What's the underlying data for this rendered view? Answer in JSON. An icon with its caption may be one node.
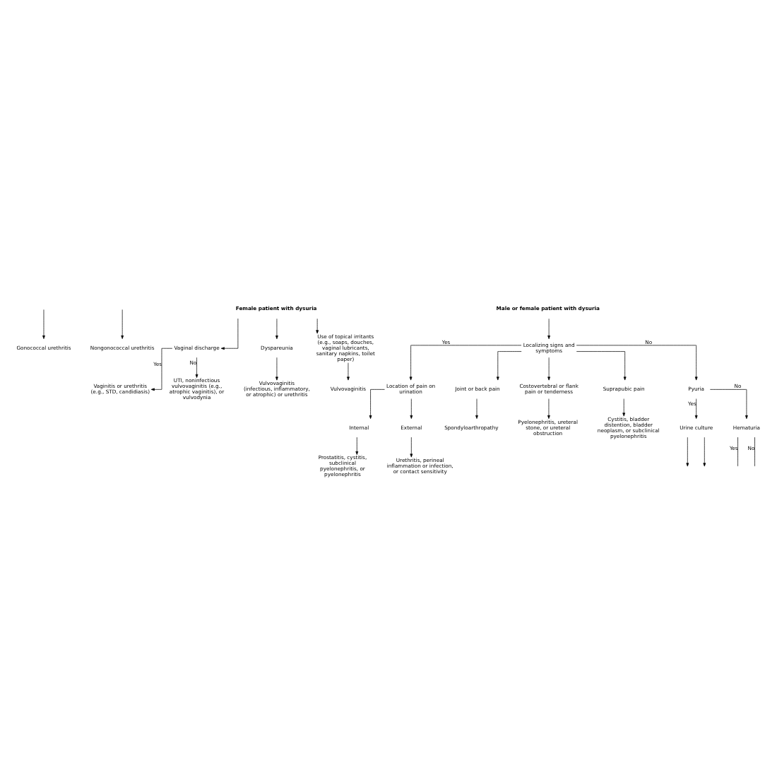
{
  "diagram": {
    "nodes": [
      {
        "text": [
          "Gonococcal urethritis"
        ]
      },
      {
        "text": [
          "Nongonococcal urethritis"
        ]
      },
      {
        "text": [
          "Female patient with dysuria"
        ]
      },
      {
        "text": [
          "Vaginal discharge"
        ]
      },
      {
        "text": [
          "Dyspareunia"
        ]
      },
      {
        "text": [
          "Use of topical irritants (e.g., soaps, douches, vaginal lubricants, sanitary napkins, toilet paper)"
        ]
      },
      {
        "text": [
          "Vaginitis or urethritis (e.g., STD, candidiasis)"
        ]
      },
      {
        "text": [
          "UTI, noninfectious vulvovaginitis (e.g., atrophic vaginitis), or vulvodynia"
        ]
      },
      {
        "text": [
          "Vulvovaginitis (infectious, inflammatory, or atrophic) or urethritis"
        ]
      },
      {
        "text": [
          "Vulvovaginitis"
        ]
      },
      {
        "text": [
          "Male or female patient with dysuria"
        ]
      },
      {
        "text": [
          "Localizing signs and symptoms"
        ]
      },
      {
        "text": [
          "Location of pain on urination"
        ]
      },
      {
        "text": [
          "Joint or back pain"
        ]
      },
      {
        "text": [
          "Costovertebral or flank pain or tenderness"
        ]
      },
      {
        "text": [
          "Suprapubic pain"
        ]
      },
      {
        "text": [
          "Pyuria"
        ]
      },
      {
        "text": [
          "Spondyloarthropathy"
        ]
      },
      {
        "text": [
          "Pyelonephritis, ureteral stone, or ureteral obstruction"
        ]
      },
      {
        "text": [
          "Cystitis, bladder distention, bladder neoplasm, or subclinical pyelonephritis"
        ]
      },
      {
        "text": [
          "Internal"
        ]
      },
      {
        "text": [
          "External"
        ]
      },
      {
        "text": [
          "Prostatitis, cystitis, subclinical pyelonephritis, or pyelonephritis"
        ]
      },
      {
        "text": [
          "Urethritis, perineal inflammation or infection, or contact sensitivity"
        ]
      },
      {
        "text": [
          "Urine culture"
        ]
      },
      {
        "text": [
          "Hematuria"
        ]
      }
    ],
    "edges": [
      {
        "from": null,
        "to": 0,
        "arrow": "to"
      },
      {
        "from": null,
        "to": 1,
        "arrow": "to"
      },
      {
        "from": 2,
        "to": 3,
        "arrow": "to"
      },
      {
        "from": 2,
        "to": 4,
        "arrow": "to"
      },
      {
        "from": 2,
        "to": 5,
        "arrow": "to"
      },
      {
        "from": 3,
        "to": 6,
        "arrow": "to",
        "label": "Yes"
      },
      {
        "from": 3,
        "to": 7,
        "arrow": "to",
        "label": "No"
      },
      {
        "from": 4,
        "to": 8,
        "arrow": "to"
      },
      {
        "from": 5,
        "to": 9,
        "arrow": "to"
      },
      {
        "from": 10,
        "to": 11,
        "arrow": "to"
      },
      {
        "from": 11,
        "to": 12,
        "arrow": "to",
        "label": "Yes"
      },
      {
        "from": 11,
        "to": 13,
        "arrow": "to"
      },
      {
        "from": 11,
        "to": 14,
        "arrow": "to"
      },
      {
        "from": 11,
        "to": 15,
        "arrow": "to"
      },
      {
        "from": 11,
        "to": 16,
        "arrow": "to",
        "label": "No"
      },
      {
        "from": 13,
        "to": 17,
        "arrow": "to"
      },
      {
        "from": 14,
        "to": 18,
        "arrow": "to"
      },
      {
        "from": 15,
        "to": 19,
        "arrow": "to"
      },
      {
        "from": 12,
        "to": 20,
        "arrow": "to"
      },
      {
        "from": 12,
        "to": 21,
        "arrow": "to"
      },
      {
        "from": 20,
        "to": 22,
        "arrow": "to"
      },
      {
        "from": 21,
        "to": 23,
        "arrow": "to"
      },
      {
        "from": 16,
        "to": 24,
        "arrow": "to",
        "label": "Yes"
      },
      {
        "from": 16,
        "to": 25,
        "arrow": "to",
        "label": "No"
      },
      {
        "from": 24,
        "to": null,
        "arrow": "to"
      },
      {
        "from": 24,
        "to": null,
        "arrow": "to"
      },
      {
        "from": 25,
        "to": null,
        "arrow": "none",
        "label": "Yes"
      },
      {
        "from": 25,
        "to": null,
        "arrow": "none",
        "label": "No"
      }
    ]
  }
}
